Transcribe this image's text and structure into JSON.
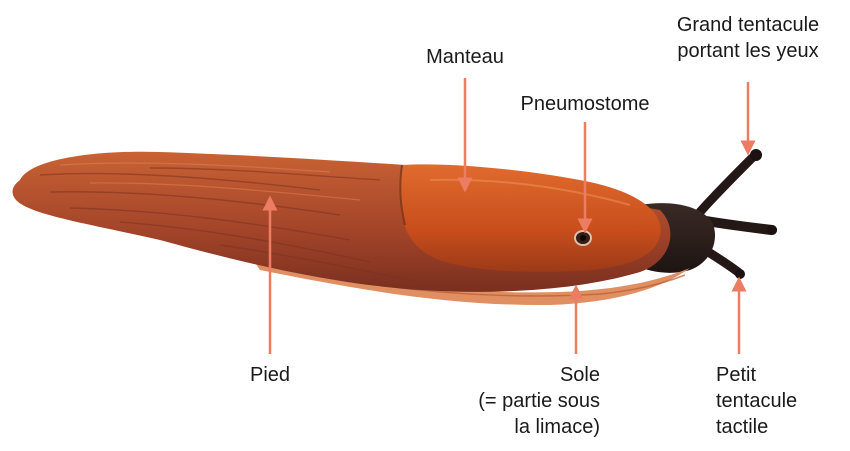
{
  "colors": {
    "arrow": "#ec7c62",
    "body": "#b4502a",
    "mantle": "#d3561f",
    "head": "#2a1e1c",
    "sole": "#e08f62"
  },
  "labels": {
    "eye_tentacle": [
      "Grand tentacule",
      "portant les yeux"
    ],
    "mantle": "Manteau",
    "pneumostome": "Pneumostome",
    "foot": "Pied",
    "sole": [
      "Sole",
      "(= partie sous",
      "la limace)"
    ],
    "touch_tentacle": [
      "Petit",
      "tentacule",
      "tactile"
    ]
  }
}
